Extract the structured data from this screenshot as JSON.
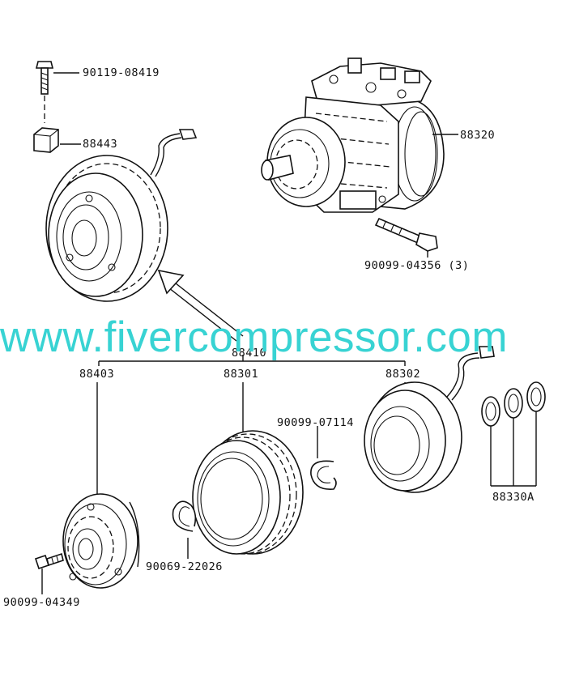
{
  "labels": {
    "bolt_top": "90119-08419",
    "block": "88443",
    "compressor": "88320",
    "mount_bolt": "90099-04356 (3)",
    "clutch_assy": "88410",
    "hub": "88403",
    "pulley": "88301",
    "coil": "88302",
    "snap_ring_1": "90099-07114",
    "shims": "88330A",
    "snap_ring_2": "90069-22026",
    "hub_bolt": "90099-04349"
  },
  "watermark": "www.fivercompressor.com"
}
